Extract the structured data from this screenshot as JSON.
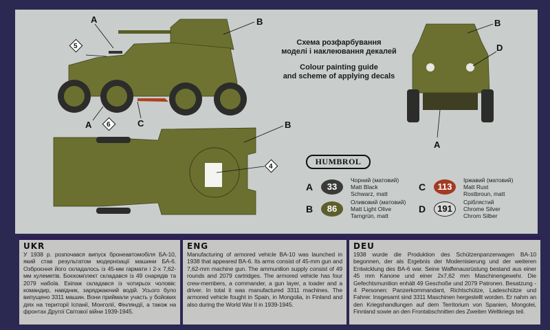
{
  "title": {
    "ukr_line1": "Схема розфарбування",
    "ukr_line2": "моделі і наклеювання декалей",
    "eng_line1": "Colour painting guide",
    "eng_line2": "and scheme of applying decals"
  },
  "callouts": {
    "side": {
      "a_top": "A",
      "b": "B",
      "a_bottom": "A",
      "c": "C",
      "decal_5": "5",
      "decal_6": "6"
    },
    "top": {
      "b": "B",
      "decal_4": "4"
    },
    "front": {
      "b": "B",
      "d": "D",
      "a": "A"
    }
  },
  "paint_brand": "HUMBROL",
  "paints": [
    {
      "letter": "A",
      "code": "33",
      "color": "#3a3a38",
      "text_color": "#ffffff",
      "ukr": "Чорний (матовий)",
      "eng": "Matt Black",
      "deu": "Schwarz, matt"
    },
    {
      "letter": "B",
      "code": "86",
      "color": "#5d5e2c",
      "text_color": "#ffffff",
      "ukr": "Оливовий (матовий)",
      "eng": "Matt Light Olive",
      "deu": "Tarngrün, matt"
    },
    {
      "letter": "C",
      "code": "113",
      "color": "#a33a22",
      "text_color": "#ffffff",
      "ukr": "Іржавий (матовий)",
      "eng": "Matt Rust",
      "deu": "Rostbroun, matt"
    },
    {
      "letter": "D",
      "code": "191",
      "color": "#d8d8d6",
      "text_color": "#111111",
      "ukr": "Сріблястий",
      "eng": "Chrome Silver",
      "deu": "Chrom Silber"
    }
  ],
  "texts": {
    "ukr": {
      "heading": "UKR",
      "body": "У 1938 р. розпочався випуск бронеавтомобіля БА-10, який став результатом модернізації машини БА-6. Озброєння його складалось із 45-мм гармати і 2-х 7,62-мм кулеметів. Боєкомплект складався із 49 снарядів та 2079 набоїв. Екіпаж складався із чотирьох чоловік: командир, навідник, заряджаючий водій. Усього було випущено 3311 машин. Вони приймали участь у бойових діях на території Іспанії, Монголії, Фінляндії, а також на фронтах Другої Світової війни 1939-1945."
    },
    "eng": {
      "heading": "ENG",
      "body": "Manufacturing of armored vehicle BA-10 was launched in 1938 that appeared BA-6. Its arms consist of 45-mm gun and 7,62-mm machine gun. The ammunilion supply consist of 49 rounds and 2079 cartridges. The armored vehicle has four crew-members, a commander, a gun layer, a loader and a driver. In total it was manufactured 3311 machines. The armored vehicle fought in Spain, in Mongolia, in Finland and also during the World War II in 1939-1945."
    },
    "deu": {
      "heading": "DEU",
      "body": "1938 wurde die Produktion des Schützenpanzerwagen BA-10 begonnen, der als Ergebnis der Modernisierung und der weiteren Entwicklung des BA-6 war. Seine Waffenausrüstung bestand aus einer 45 mm Kanone und einer 2x7,62 mm Maschinengewehr. Die Gefechtsmunition enhält 49 Geschoße und 2079 Patronen. Besatzung - 4 Personen: Panzerkommandant, Richtschütze, Ladeschütze und Fahrer. Insgesamt sind 3311 Maschinen hergestellt worden. Er nahm an den Kriegshandlungen auf dem Territorium von Spanien, Mongolei, Finnland sowie an den Frontabschnitten des Zweiten Weltkriegs teil."
    }
  }
}
